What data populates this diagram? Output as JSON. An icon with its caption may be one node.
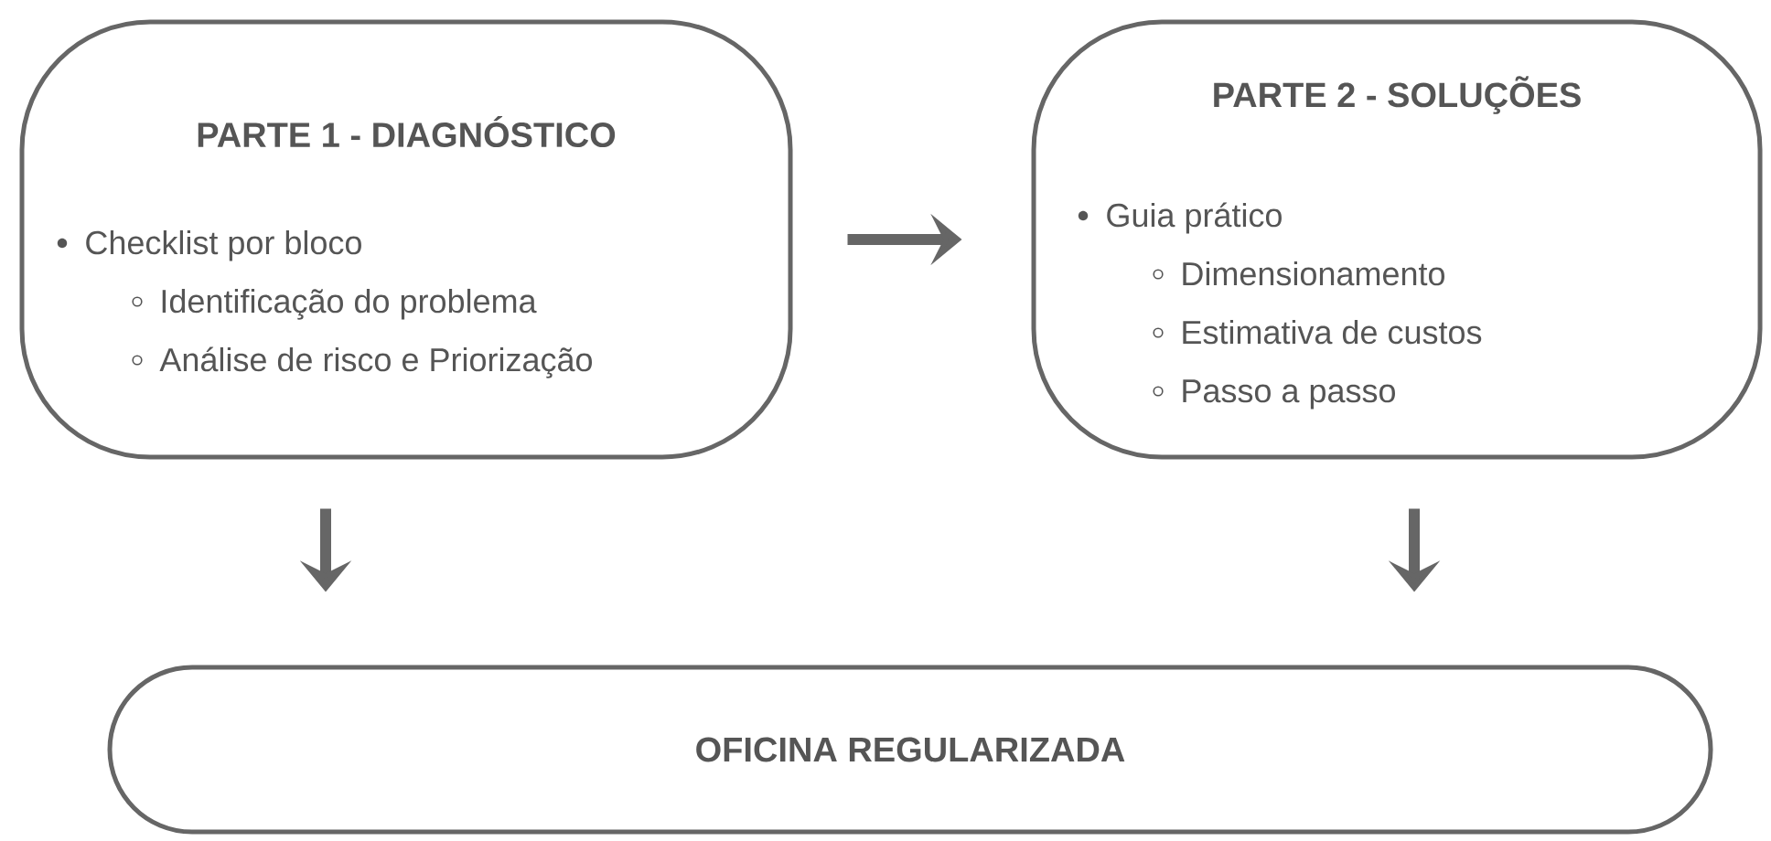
{
  "diagram": {
    "nodes": [
      {
        "text": [
          "PARTE 1 - DIAGNÓSTICO",
          "Checklist por bloco",
          "Identificação do problema",
          "Análise de risco e Priorização"
        ]
      },
      {
        "text": [
          "PARTE 2 - SOLUÇÕES",
          "Guia prático",
          "Dimensionamento",
          "Estimativa de custos",
          "Passo a passo"
        ]
      },
      {
        "text": [
          "OFICINA REGULARIZADA"
        ]
      }
    ],
    "edges": [
      {
        "from": 0,
        "to": 1,
        "arrow": "to"
      },
      {
        "from": 0,
        "to": 2,
        "arrow": "to"
      },
      {
        "from": 1,
        "to": 2,
        "arrow": "to"
      }
    ]
  }
}
